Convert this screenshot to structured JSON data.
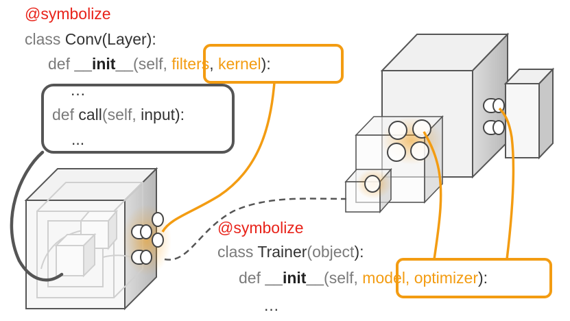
{
  "top_code": {
    "decorator": "@symbolize",
    "line2": {
      "kw": "class",
      "name": "Conv",
      "open": "(",
      "base": "Layer",
      "close": "):"
    },
    "line3": {
      "kw": "def",
      "name": "__init__",
      "open": "(",
      "self": "self,",
      "arg1": "filters",
      "sep": ", ",
      "arg2": "kernel",
      "close": "):"
    },
    "line4": "…",
    "line5": {
      "kw": "def",
      "name": "call",
      "open": "(",
      "self": "self,",
      "arg": " input):"
    },
    "line6": "..."
  },
  "bottom_code": {
    "decorator": "@symbolize",
    "line2": {
      "kw": "class",
      "name": "Trainer",
      "open": "(",
      "base": "object",
      "close": "):"
    },
    "line3": {
      "kw": "def",
      "name": "__init__",
      "open": "(",
      "self": "self,",
      "args": "model, optimizer",
      "close": "):"
    },
    "line4": "…"
  },
  "colors": {
    "decorator": "#e8231a",
    "highlight": "#f39c12",
    "keyword": "#7a7a7a",
    "text": "#333333",
    "box_outline": "#555555"
  }
}
